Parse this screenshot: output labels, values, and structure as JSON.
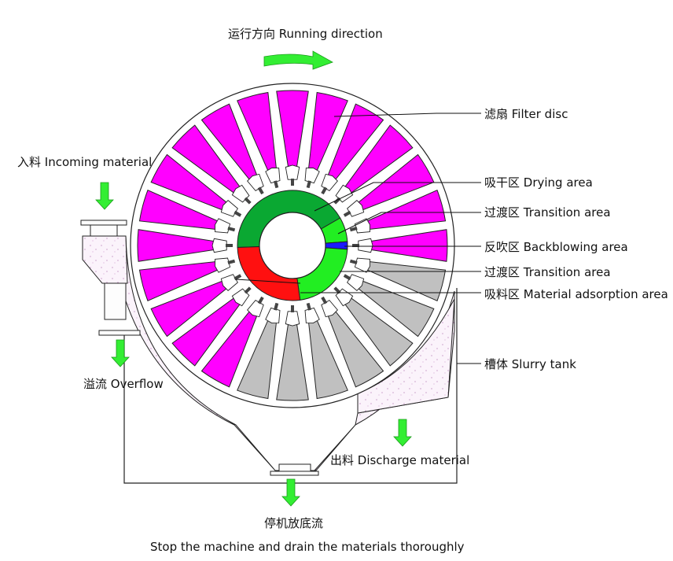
{
  "labels": {
    "running_direction": "运行方向 Running direction",
    "filter_disc": "滤扇 Filter disc",
    "incoming_material": "入料 Incoming material",
    "drying_area": "吸干区 Drying area",
    "transition_area_1": "过渡区 Transition area",
    "backblowing_area": "反吹区 Backblowing area",
    "transition_area_2": "过渡区 Transition area",
    "adsorption_area": "吸料区 Material adsorption area",
    "overflow": "溢流 Overflow",
    "slurry_tank": "槽体 Slurry tank",
    "discharge_material": "出料 Discharge material",
    "stop_machine_cn": "停机放底流",
    "stop_machine_en": "Stop the machine and drain the materials thoroughly"
  },
  "colors": {
    "filter_sector": "#ff00ff",
    "discharge_sector": "#c0c0c0",
    "drying_zone": "#0aa832",
    "transition_zone": "#22ee22",
    "backblowing_zone": "#1a1aff",
    "adsorption_zone": "#ff1010",
    "arrow": "#33ee33",
    "tank_fill": "#f6eef6"
  }
}
